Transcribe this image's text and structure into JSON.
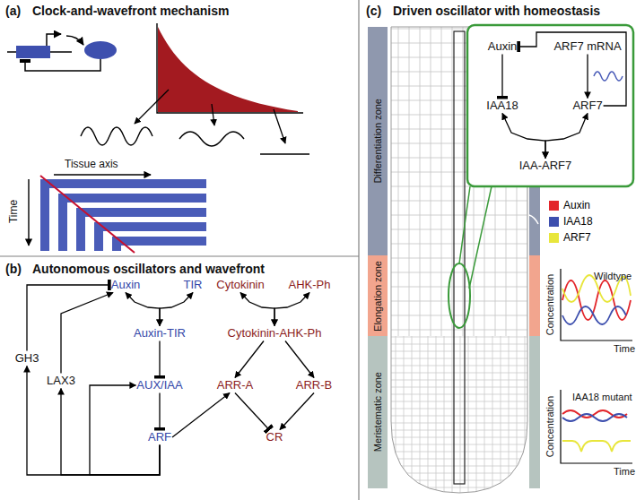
{
  "diagram": {
    "nodes": [
      {
        "text": [
          "Auxin"
        ]
      },
      {
        "text": [
          "TIR"
        ]
      },
      {
        "text": [
          "Auxin-TIR"
        ]
      },
      {
        "text": [
          "AUX/IAA"
        ]
      },
      {
        "text": [
          "ARF"
        ]
      },
      {
        "text": [
          "GH3"
        ]
      },
      {
        "text": [
          "LAX3"
        ]
      },
      {
        "text": [
          "Cytokinin"
        ]
      },
      {
        "text": [
          "AHK-Ph"
        ]
      },
      {
        "text": [
          "Cytokinin-AHK-Ph"
        ]
      },
      {
        "text": [
          "ARR-A"
        ]
      },
      {
        "text": [
          "ARR-B"
        ]
      },
      {
        "text": [
          "CR"
        ]
      },
      {
        "text": [
          "Differentiation zone"
        ]
      },
      {
        "text": [
          "Elongation zone"
        ]
      },
      {
        "text": [
          "Meristematic zone"
        ]
      },
      {
        "text": [
          "Auxin"
        ]
      },
      {
        "text": [
          "ARF7 mRNA"
        ]
      },
      {
        "text": [
          "IAA18"
        ]
      },
      {
        "text": [
          "ARF7"
        ]
      },
      {
        "text": [
          "IAA-ARF7"
        ]
      }
    ],
    "edges": [
      {
        "from": 0,
        "to": 2,
        "arrow": "both"
      },
      {
        "from": 1,
        "to": 2,
        "arrow": "both"
      },
      {
        "from": 2,
        "to": 3,
        "arrow": "to"
      },
      {
        "from": 3,
        "to": 4,
        "arrow": "to"
      },
      {
        "from": 4,
        "to": 5,
        "arrow": "to"
      },
      {
        "from": 4,
        "to": 6,
        "arrow": "to"
      },
      {
        "from": 4,
        "to": 3,
        "arrow": "to"
      },
      {
        "from": 5,
        "to": 0,
        "arrow": "to"
      },
      {
        "from": 6,
        "to": 0,
        "arrow": "to"
      },
      {
        "from": 4,
        "to": 10,
        "arrow": "to"
      },
      {
        "from": 7,
        "to": 9,
        "arrow": "both"
      },
      {
        "from": 8,
        "to": 9,
        "arrow": "both"
      },
      {
        "from": 9,
        "to": 10,
        "arrow": "to"
      },
      {
        "from": 9,
        "to": 11,
        "arrow": "to"
      },
      {
        "from": 10,
        "to": 12,
        "arrow": "to"
      },
      {
        "from": 11,
        "to": 12,
        "arrow": "to"
      },
      {
        "from": 16,
        "to": 18,
        "arrow": "to"
      },
      {
        "from": 17,
        "to": 19,
        "arrow": "to"
      },
      {
        "from": 19,
        "to": 16,
        "arrow": "to"
      },
      {
        "from": 18,
        "to": 20,
        "arrow": "both"
      },
      {
        "from": 19,
        "to": 20,
        "arrow": "both"
      }
    ],
    "labels": [
      "(a)",
      "Clock-and-wavefront mechanism",
      "Tissue axis",
      "Time",
      "(b)",
      "Autonomous oscillators and wavefront",
      "(c)",
      "Driven oscillator with homeostasis",
      "Wildtype",
      "Concentration",
      "Time",
      "IAA18 mutant",
      "Concentration",
      "Time"
    ],
    "legend": [
      {
        "text": "Auxin",
        "color": "#e3262b"
      },
      {
        "text": "IAA18",
        "color": "#3d4fae"
      },
      {
        "text": "ARF7",
        "color": "#e8e63c"
      }
    ]
  }
}
